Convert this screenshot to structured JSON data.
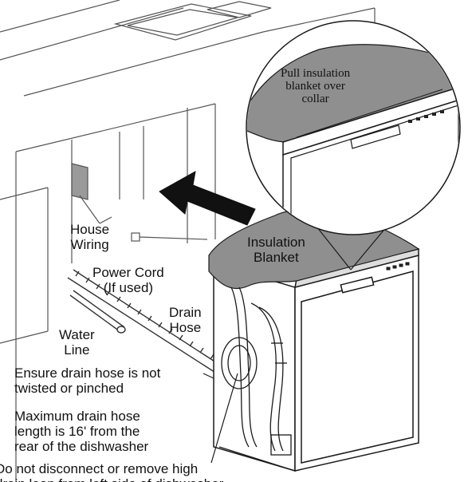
{
  "labels": {
    "pull_insulation": "Pull insulation\nblanket over\ncollar",
    "insulation_blanket": "Insulation\nBlanket",
    "house_wiring": "House\nWiring",
    "power_cord": "Power Cord\n(If used)",
    "drain_hose": "Drain\nHose",
    "water_line": "Water\nLine",
    "ensure_drain": "Ensure drain hose is not\ntwisted or pinched",
    "max_drain": "Maximum drain hose\nlength is 16' from the\nrear of the dishwasher",
    "do_not_disconnect": "Do not disconnect or remove high\ndrain loop from left side of dishwasher"
  },
  "colors": {
    "line": "#1a1a1a",
    "insulation_fill": "#8f8f8f",
    "arrow_fill": "#111111",
    "cabinet_line": "#555555"
  }
}
